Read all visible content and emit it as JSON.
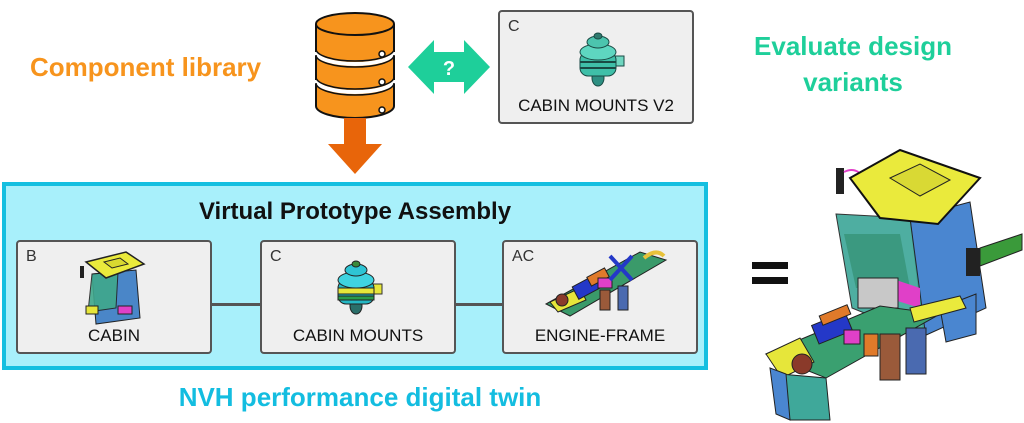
{
  "labels": {
    "component_library": "Component library",
    "evaluate_variants": "Evaluate design variants",
    "nvh_twin": "NVH performance digital twin"
  },
  "swap_arrow": {
    "symbol": "?"
  },
  "variant_card": {
    "code": "C",
    "name": "CABIN MOUNTS V2"
  },
  "assembly": {
    "title": "Virtual Prototype Assembly",
    "components": [
      {
        "code": "B",
        "name": "CABIN"
      },
      {
        "code": "C",
        "name": "CABIN MOUNTS"
      },
      {
        "code": "AC",
        "name": "ENGINE-FRAME"
      }
    ]
  },
  "equals_symbol": "=",
  "colors": {
    "library_orange": "#f7941d",
    "arrow_orange": "#e8650a",
    "variant_green": "#1ecf9a",
    "nvh_cyan": "#13bde0",
    "assembly_bg": "#a8f0fb"
  }
}
